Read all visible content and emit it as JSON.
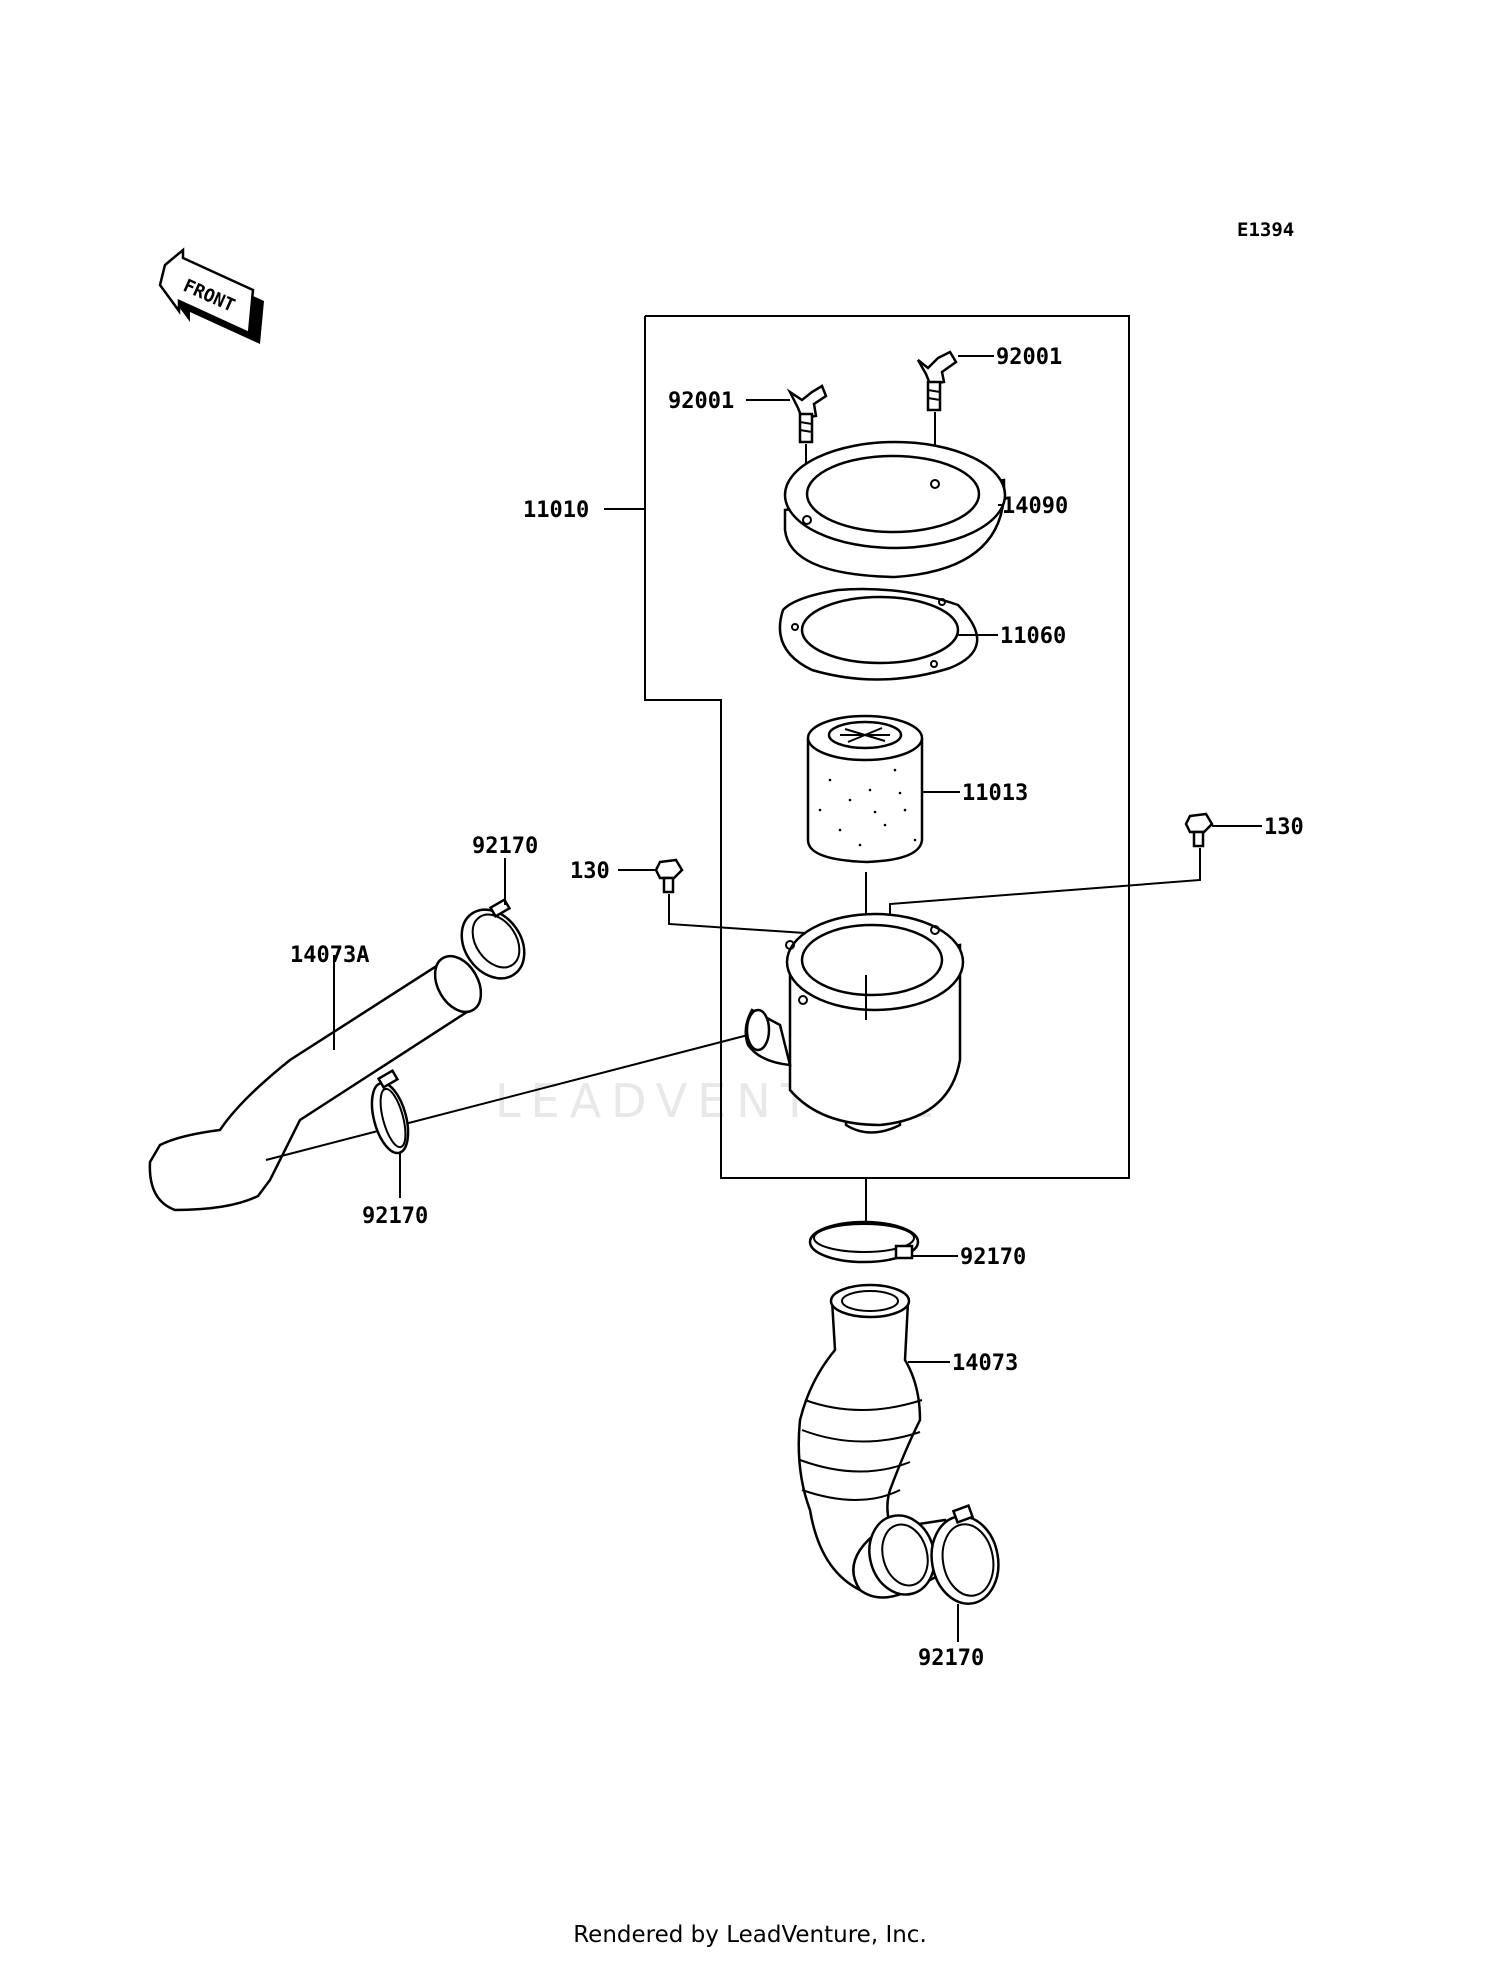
{
  "diagram_code": "E1394",
  "front_arrow_label": "FRONT",
  "watermark": "LEADVENTURE",
  "footer": "Rendered by LeadVenture, Inc.",
  "callouts": {
    "wing_bolt_left": "92001",
    "wing_bolt_right": "92001",
    "assembly": "11010",
    "cover": "14090",
    "gasket": "11060",
    "element": "11013",
    "bolt_left": "130",
    "bolt_right": "130",
    "clamp_top_left": "92170",
    "duct_inlet": "14073A",
    "clamp_mid_left": "92170",
    "clamp_lower_center": "92170",
    "boot": "14073",
    "clamp_bottom": "92170"
  }
}
